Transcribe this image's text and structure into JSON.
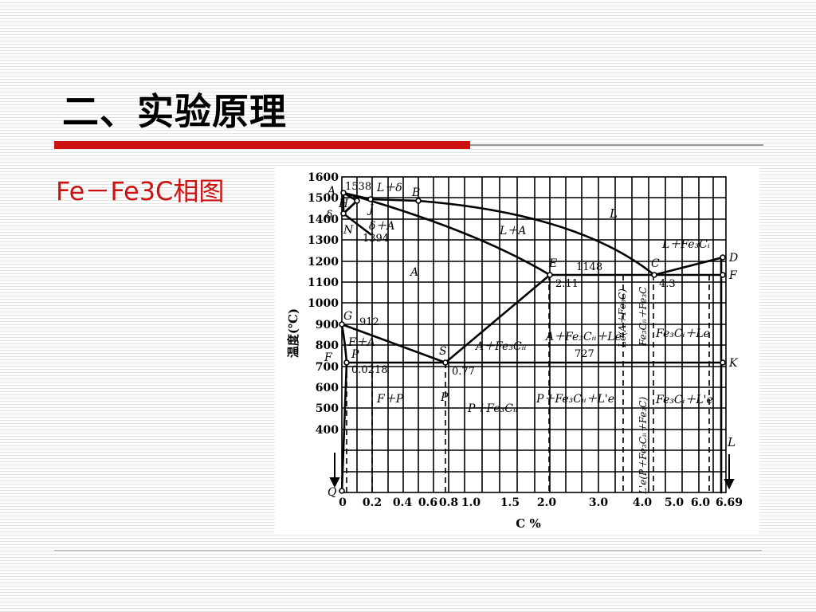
{
  "slide": {
    "title": "二、实验原理",
    "subtitle": "Fe－Fe3C相图"
  },
  "diagram": {
    "y_axis_label": "温度(℃)",
    "x_axis_label": "C %",
    "y_ticks": [
      "1600",
      "1500",
      "1400",
      "1300",
      "1200",
      "1100",
      "1000",
      "900",
      "800",
      "700",
      "600",
      "500",
      "400"
    ],
    "x_ticks": [
      "0",
      "0.2",
      "0.4",
      "0.6",
      "0.8",
      "1.0",
      "1.5",
      "2.0",
      "3.0",
      "4.0",
      "5.0",
      "6.0",
      "6.69"
    ],
    "points": {
      "A": "A",
      "B": "B",
      "H": "H",
      "J": "J",
      "N": "N",
      "G": "G",
      "P": "P",
      "S": "S",
      "E": "E",
      "C": "C",
      "D": "D",
      "F": "F",
      "K": "K",
      "Q": "Q",
      "F_left": "F",
      "P_lower": "P"
    },
    "values": {
      "t1538": "1538",
      "t1394": "1394",
      "t912": "912",
      "t1148": "1148",
      "t727": "727",
      "c0_0218": "0.0218",
      "c0_77": "0.77",
      "c2_11": "2.11",
      "c4_3": "4.3"
    },
    "phases": {
      "L_delta": "L＋δ",
      "delta": "δ",
      "delta_A": "δ＋A",
      "L": "L",
      "L_A": "L＋A",
      "A": "A",
      "L_Fe3CI": "L＋Fe₃Cᵢ",
      "F_A": "F＋A",
      "A_Fe3CII": "A＋Fe₃Cᵢᵢ",
      "A_Fe3CII_Le": "A＋Fe₃Cᵢᵢ＋Le",
      "Le_A_Fe3C": "Le(A＋Fe₃C)",
      "Fe3CII_Fe3C": "Fe₃Cᵢᵢ＋Fe₃C",
      "Fe3CI_Le": "Fe₃Cᵢ＋Le",
      "F_P": "F＋P",
      "P_Fe3CII": "P＋Fe₃Cᵢᵢ",
      "P_Fe3CII_Le": "P＋Fe₃Cᵢᵢ＋L'e",
      "Fe3CI_Le_prime": "Fe₃Cᵢ＋L'e",
      "Le_prime_full": "L'e(P＋Fe₃Cᵢᵢ＋Fe₃C)",
      "L_arrow": "L"
    }
  }
}
